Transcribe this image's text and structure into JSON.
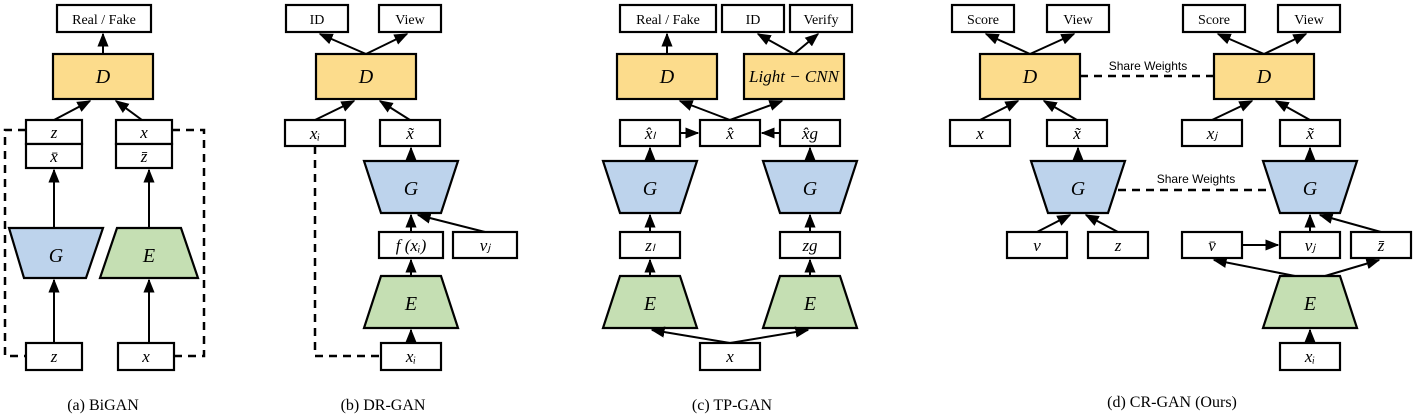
{
  "panels": [
    {
      "id": "bigan",
      "caption": "(a) BiGAN"
    },
    {
      "id": "drgan",
      "caption": "(b) DR-GAN"
    },
    {
      "id": "tpgan",
      "caption": "(c) TP-GAN"
    },
    {
      "id": "crgan",
      "caption": "(d) CR-GAN (Ours)"
    }
  ],
  "labels": {
    "real_fake": "Real / Fake",
    "id": "ID",
    "view": "View",
    "verify": "Verify",
    "score": "Score",
    "share_weights": "Share Weights",
    "light_cnn": "Light − CNN",
    "D": "D",
    "G": "G",
    "E": "E"
  },
  "symbols": {
    "z": "z",
    "x": "x",
    "x_bar": "x̄",
    "z_bar": "z̄",
    "x_i": "xᵢ",
    "x_j": "xⱼ",
    "x_tilde": "x̃",
    "f_xi": "f (xᵢ)",
    "v_j": "vⱼ",
    "v": "v",
    "v_bar": "v̄",
    "x_hat": "x̂",
    "x_hat_l": "x̂ₗ",
    "x_hat_g": "x̂g",
    "z_l": "zₗ",
    "z_g": "zg"
  },
  "colors": {
    "discriminator": "#fcdc8c",
    "generator": "#bdd3ec",
    "encoder": "#c5dfb3"
  }
}
